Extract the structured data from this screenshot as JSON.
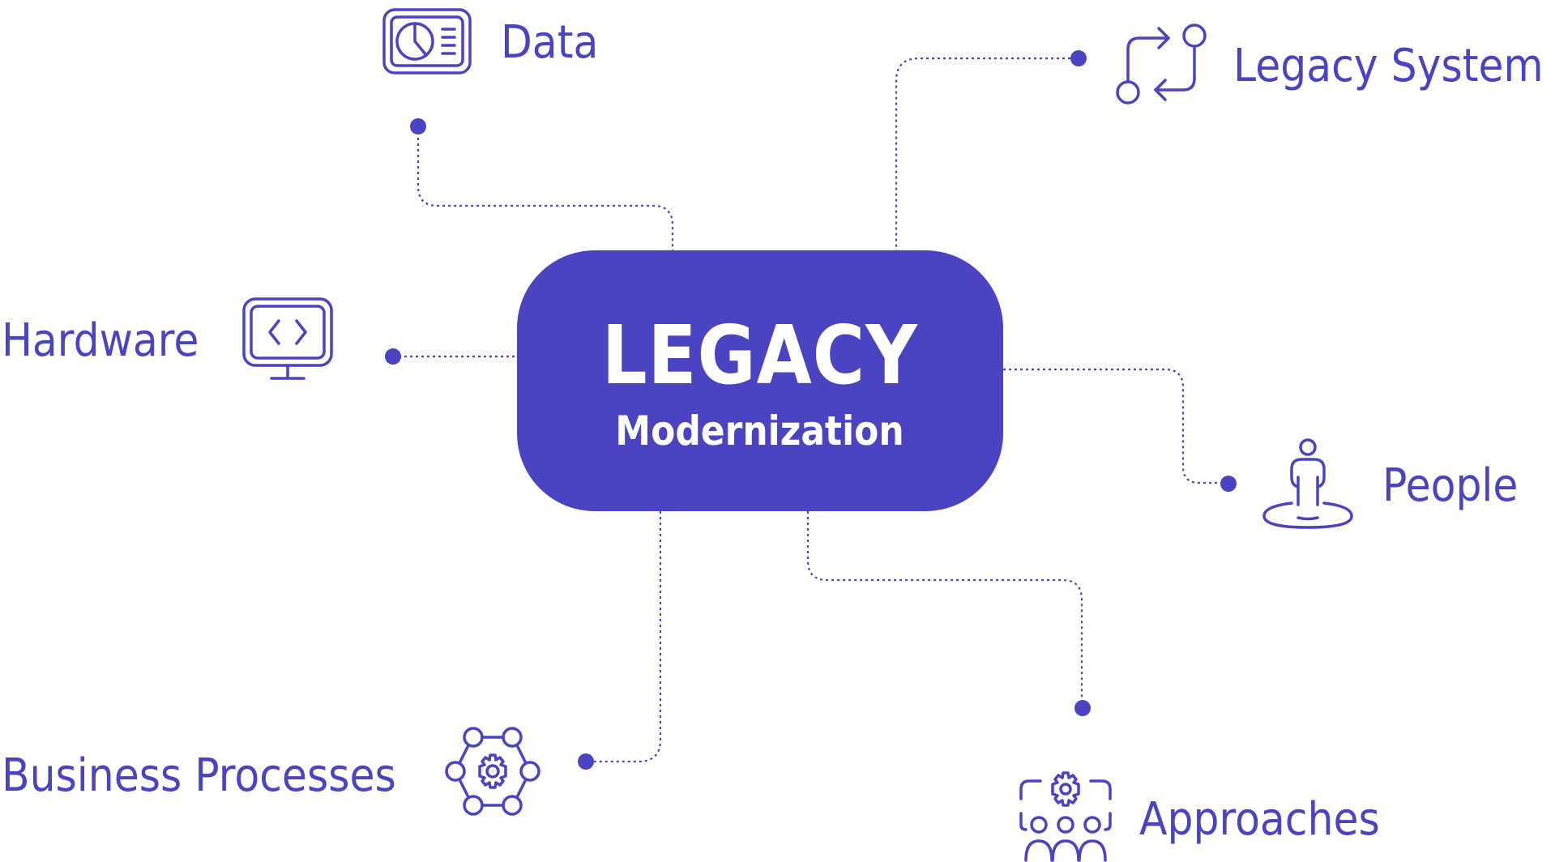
{
  "theme": {
    "accent": "#4a44c2",
    "background": "#ffffff",
    "hub_text": "#ffffff"
  },
  "hub": {
    "title": "LEGACY",
    "subtitle": "Modernization"
  },
  "nodes": {
    "data": {
      "label": "Data",
      "icon": "pie-chart-dashboard-icon"
    },
    "legacy_system": {
      "label": "Legacy System",
      "icon": "swap-arrows-nodes-icon"
    },
    "hardware": {
      "label": "Hardware",
      "icon": "monitor-code-icon"
    },
    "people": {
      "label": "People",
      "icon": "person-on-platform-icon"
    },
    "business_processes": {
      "label": "Business Processes",
      "icon": "gear-network-icon"
    },
    "approaches": {
      "label": "Approaches",
      "icon": "team-gear-icon"
    }
  }
}
